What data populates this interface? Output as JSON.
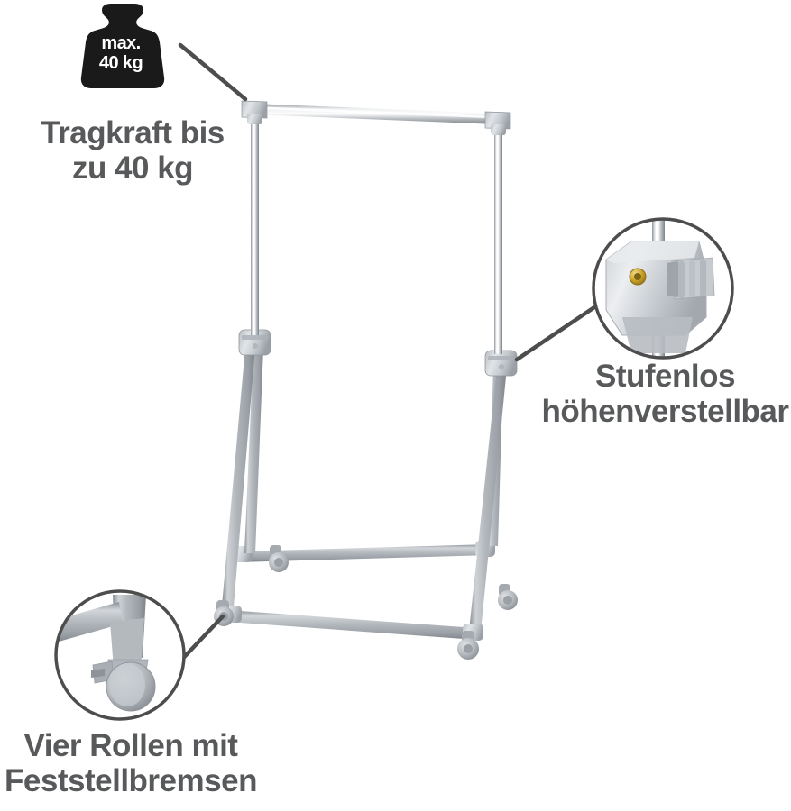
{
  "page": {
    "title": "Kleiderständer Produkt-Infografik",
    "background_color": "#ffffff",
    "text_color": "#58595b",
    "badge_color": "#1a1a1a",
    "leader_line_color": "#4d4d4d",
    "circle_stroke_color": "#4d4d4d",
    "metal_gray": "#9aa0a6",
    "metal_light": "#d7dadd",
    "chrome_color": "#b9bdc2",
    "screw_color": "#c9a227"
  },
  "badge": {
    "name": "max-load-weight-badge",
    "line1": "max.",
    "line2": "40 kg",
    "text": "max.\n40 kg"
  },
  "callouts": [
    {
      "id": "load-capacity",
      "line1": "Tragkraft bis",
      "line2": "zu 40 kg",
      "text": "Tragkraft bis\nzu 40 kg",
      "icon": "weight-badge-icon",
      "position": "top-left"
    },
    {
      "id": "height-adjustable",
      "line1": "Stufenlos",
      "line2": "höhenverstellbar",
      "text": "Stufenlos\nhöhenverstellbar",
      "icon": "clamp-detail-circle",
      "position": "middle-right"
    },
    {
      "id": "four-casters-with-brakes",
      "line1": "Vier Rollen mit",
      "line2": "Feststellbremsen",
      "text": "Vier Rollen mit\nFeststellbremsen",
      "icon": "caster-detail-circle",
      "position": "bottom-left"
    }
  ],
  "product": {
    "name": "rollbarer Kleiderständer",
    "parts": [
      "hanging-rail",
      "telescopic-chrome-post-left",
      "telescopic-chrome-post-right",
      "adjustment-clamp-left",
      "adjustment-clamp-right",
      "a-frame-leg-front-left",
      "a-frame-leg-back-left",
      "a-frame-leg-front-right",
      "a-frame-leg-back-right",
      "base-rail-front",
      "base-rail-back",
      "caster-front-left",
      "caster-front-right",
      "caster-back-left",
      "caster-back-right"
    ]
  }
}
